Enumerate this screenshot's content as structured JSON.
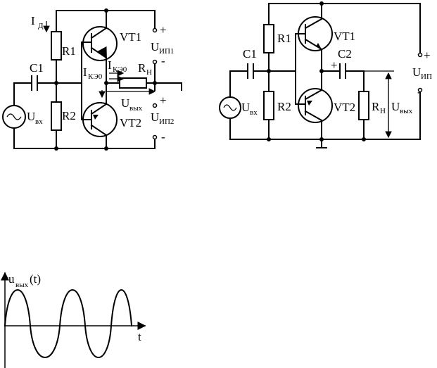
{
  "left_circuit": {
    "id_label": "I",
    "id_sub": "Д",
    "r1": "R1",
    "r2": "R2",
    "c1": "C1",
    "vt1": "VT1",
    "vt2": "VT2",
    "uvx": "U",
    "uvx_sub": "вх",
    "uip1": "U",
    "uip1_sub": "ИП1",
    "uip2": "U",
    "uip2_sub": "ИП2",
    "ike0_a": "I",
    "ike0_a_sub": "КЭ0",
    "ike0_b": "I",
    "ike0_b_sub": "КЭ0",
    "rn": "R",
    "rn_sub": "Н",
    "uvyx": "U",
    "uvyx_sub": "вых",
    "plus": "+",
    "minus": "-"
  },
  "right_circuit": {
    "r1": "R1",
    "r2": "R2",
    "c1": "C1",
    "c2": "C2",
    "vt1": "VT1",
    "vt2": "VT2",
    "uvx": "U",
    "uvx_sub": "вх",
    "uip": "U",
    "uip_sub": "ИП",
    "rn": "R",
    "rn_sub": "Н",
    "uvyx": "U",
    "uvyx_sub": "вых",
    "plus": "+",
    "minus": "-",
    "c2_plus": "+"
  },
  "waveform": {
    "ylabel": "u",
    "ylabel_sub": "вых",
    "ylabel_suffix": "(t)",
    "xlabel": "t"
  }
}
